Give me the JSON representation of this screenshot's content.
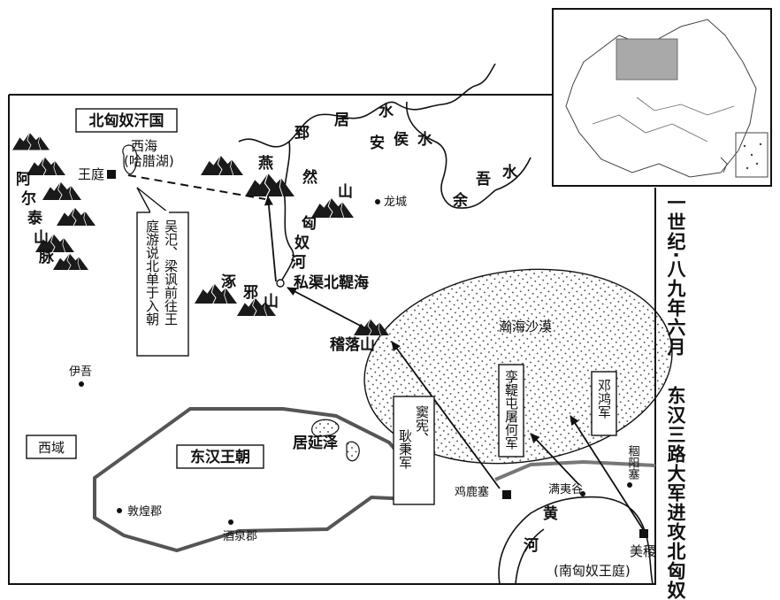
{
  "map": {
    "regions": {
      "xiongnu": "北匈奴汗国",
      "han": "东汉王朝",
      "xiyu": "西域"
    },
    "rivers": {
      "zhiju": [
        "郅",
        "居",
        "水"
      ],
      "anhou": [
        "安",
        "侯",
        "水"
      ],
      "yuwu": [
        "余",
        "吾",
        "水"
      ],
      "xiongnu_river": [
        "匈",
        "奴",
        "河"
      ],
      "yellow": [
        "黄",
        "河"
      ]
    },
    "mountains": {
      "altai": [
        "阿",
        "尔",
        "泰",
        "山",
        "脉"
      ],
      "yanran": [
        "燕",
        "然",
        "山"
      ],
      "zhuoye": [
        "涿",
        "邪",
        "山"
      ],
      "jiluo": "稽落山"
    },
    "lakes": {
      "xihai_1": "西海",
      "xihai_2": "(哈腊湖)",
      "juyanze": "居延泽"
    },
    "places": {
      "wangting": "王庭",
      "longcheng": "龙城",
      "siqu": "私渠北鞮海",
      "yiwu": "伊吾",
      "jilusai": "鸡鹿塞",
      "manyigu": "满夷谷",
      "guyangsai": "稒阳塞",
      "meiji": "美稷",
      "nanxiongnu": "(南匈奴王庭)",
      "dunhuang": "敦煌郡",
      "jiuquan": "酒泉郡"
    },
    "desert": "瀚海沙漠",
    "envoy_note": [
      "吴汜、梁讽前往王",
      "庭游说北单于入朝"
    ],
    "armies": {
      "douxian": [
        "窦宪、",
        "耿秉军"
      ],
      "tuhe": "孪鞮屯屠何军",
      "denghong": "邓鸿军"
    }
  },
  "title_lines": [
    "一世纪·八九年六月",
    "东汉三路大军进攻北匈奴"
  ]
}
